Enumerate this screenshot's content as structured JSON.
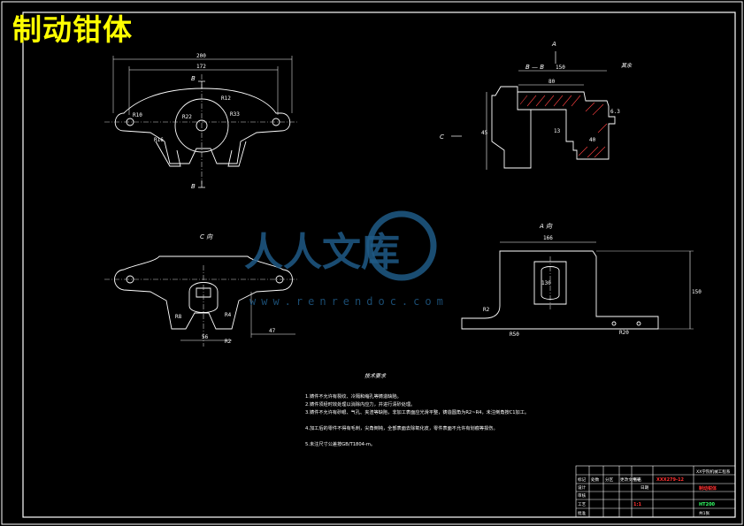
{
  "title": "制动钳体",
  "watermark": {
    "brand": "人人文库",
    "site": "www.renrendoc.com"
  },
  "views": {
    "main": {
      "label_b_top": "B",
      "label_b_bottom": "B",
      "dims": [
        "200",
        "172",
        "R12",
        "R33",
        "R10",
        "R22",
        "R16"
      ]
    },
    "section_bb": {
      "label": "B — B",
      "label_a": "A",
      "label_c": "C",
      "roughness": "其余",
      "dims": [
        "150",
        "80",
        "45",
        "13",
        "6.3",
        "40"
      ]
    },
    "view_c": {
      "label": "C 向",
      "dims": [
        "R8",
        "56",
        "47",
        "R2",
        "R4"
      ]
    },
    "view_a": {
      "label": "A 向",
      "dims": [
        "166",
        "150",
        "130",
        "R50",
        "R2",
        "R20"
      ]
    }
  },
  "notes": {
    "heading": "技术要求",
    "items": [
      "1.铸件不允许有裂纹、冷隔和缩孔等铸造缺陷。",
      "2.铸件须经时效处理以消除内应力，并进行清砂处理。",
      "3.铸件不允许有砂眼、气孔、夹渣等缺陷，非加工表面应光滑平整，铸造圆角为R2~R4，未注倒角按C1加工。",
      "4.加工后的零件不得有毛刺，尖角倒钝，全部表面去除氧化皮，零件表面不允许有划痕等损伤。",
      "5.未注尺寸公差按GB/T1804-m。"
    ]
  },
  "titleblock": {
    "drawing_no": "XXX279-12",
    "school": "XX学院机械工程系",
    "part_name": "制动钳体",
    "material": "HT200",
    "scale": "1:1",
    "sheet": "共1张",
    "rows": [
      "标记",
      "处数",
      "分区",
      "更改文件号",
      "签名",
      "日期",
      "设计",
      "审核",
      "工艺",
      "批准"
    ]
  }
}
